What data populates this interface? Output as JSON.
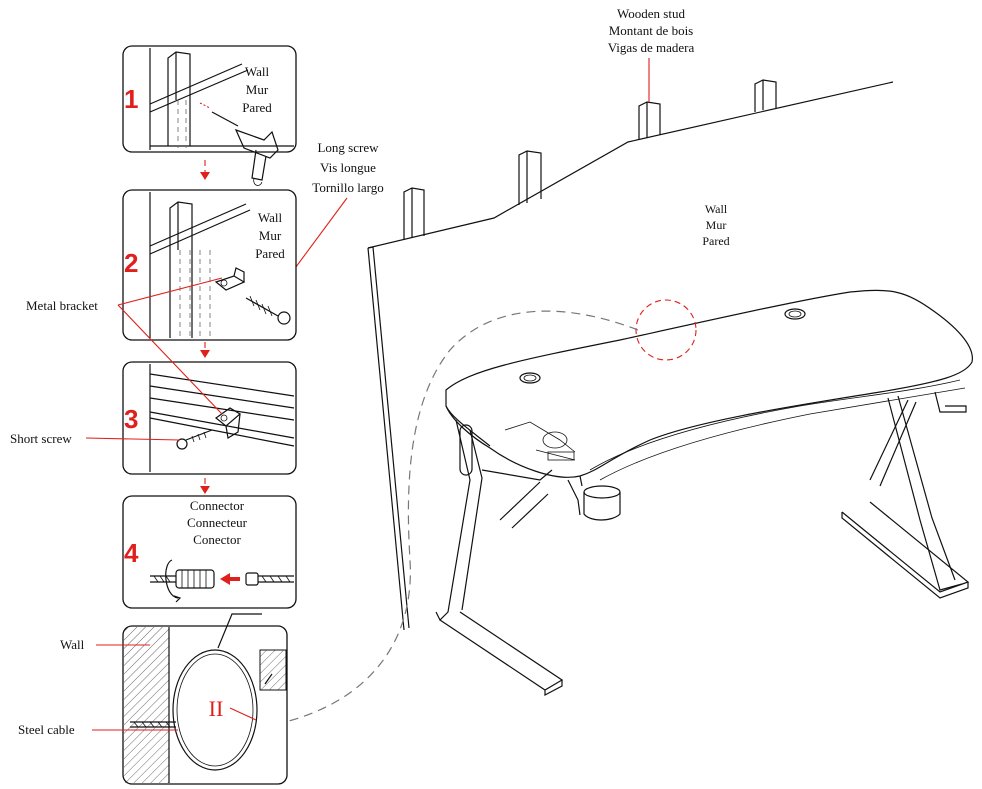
{
  "labels": {
    "wooden_stud": [
      "Wooden stud",
      "Montant de bois",
      "Vigas de madera"
    ],
    "long_screw": [
      "Long screw",
      "Vis longue",
      "Tornillo largo"
    ],
    "wall_main": [
      "Wall",
      "Mur",
      "Pared"
    ],
    "wall_step1": [
      "Wall",
      "Mur",
      "Pared"
    ],
    "wall_step2": [
      "Wall",
      "Mur",
      "Pared"
    ],
    "metal_bracket": "Metal bracket",
    "short_screw": "Short screw",
    "connector": [
      "Connector",
      "Connecteur",
      "Conector"
    ],
    "wall_side": "Wall",
    "steel_cable": "Steel cable"
  },
  "steps": [
    "1",
    "2",
    "3",
    "4"
  ],
  "detail_marker": "II",
  "colors": {
    "accent": "#e0201c",
    "line": "#111111",
    "dashed": "#777777"
  }
}
